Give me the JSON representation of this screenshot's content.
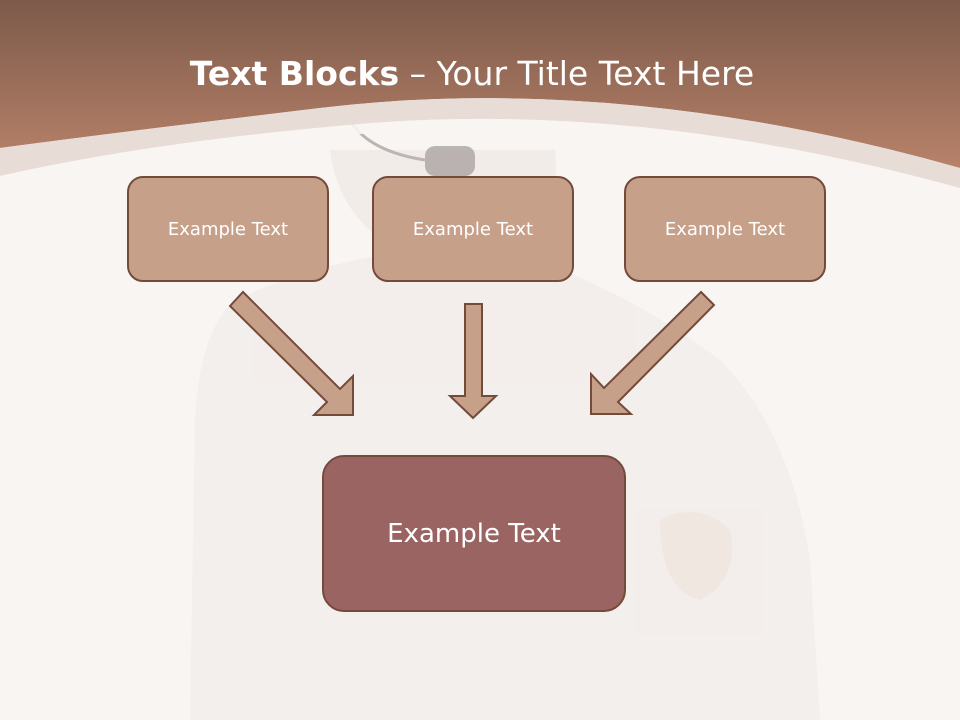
{
  "slide": {
    "title_bold": "Text Blocks",
    "title_dash": " – ",
    "title_rest": "Your Title Text Here"
  },
  "boxes": [
    {
      "label": "Example Text"
    },
    {
      "label": "Example Text"
    },
    {
      "label": "Example Text"
    }
  ],
  "center_box": {
    "label": "Example Text"
  },
  "colors": {
    "header_top": "#7d5a4a",
    "header_bottom": "#b8826a",
    "box_fill": "#c7a08a",
    "box_border": "#744a3b",
    "center_fill": "#9a6463",
    "arrow_fill": "#c7a08a"
  }
}
